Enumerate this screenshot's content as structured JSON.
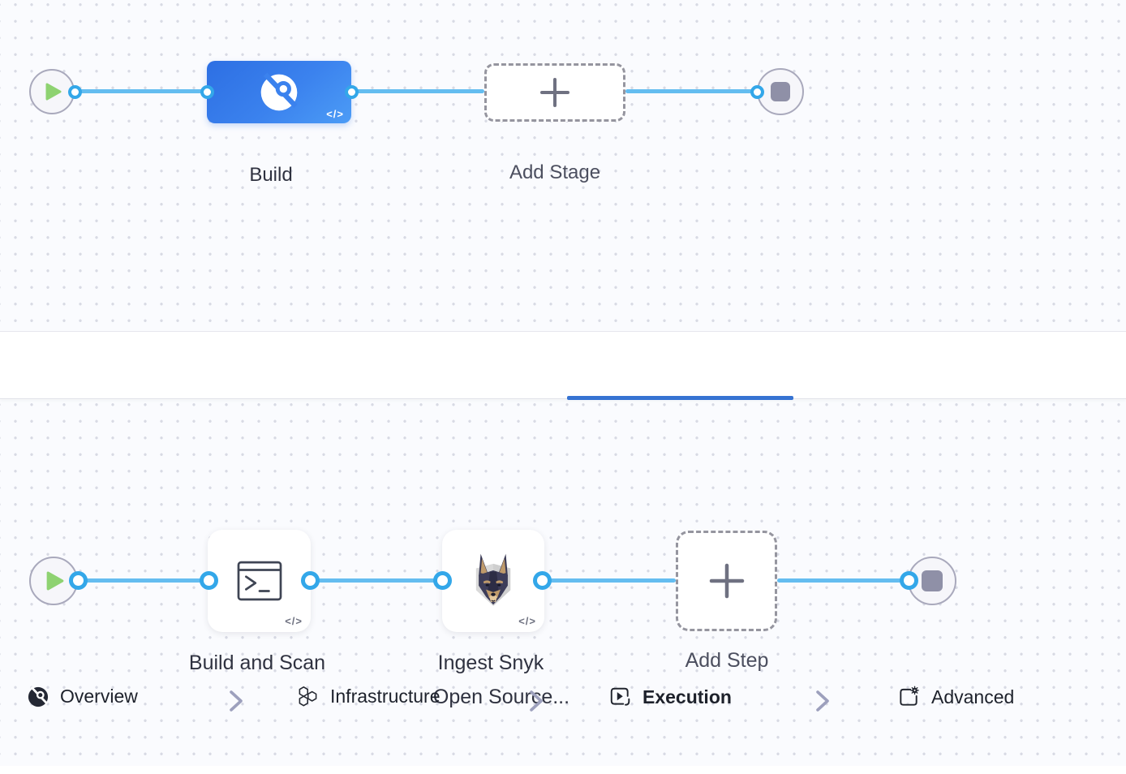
{
  "pipeline": {
    "stage_row": {
      "stage": {
        "label": "Build",
        "code_badge": "</>",
        "icon": "ci-build-icon"
      },
      "add_stage_label": "Add Stage",
      "start_icon": "play-icon",
      "end_icon": "stop-icon"
    },
    "tab_bar": {
      "tabs": [
        {
          "label": "Overview",
          "icon": "ci-build-icon",
          "active": false
        },
        {
          "label": "Infrastructure",
          "icon": "hexagons-icon",
          "active": false
        },
        {
          "label": "Execution",
          "icon": "play-square-icon",
          "active": true
        },
        {
          "label": "Advanced",
          "icon": "panel-gear-icon",
          "active": false
        }
      ]
    },
    "step_row": {
      "steps": [
        {
          "label": "Build and Scan",
          "label_lines": [
            "Build and Scan"
          ],
          "code_badge": "</>",
          "icon": "terminal-icon"
        },
        {
          "label": "Ingest Snyk Open Source...",
          "label_lines": [
            "Ingest Snyk",
            "Open Source..."
          ],
          "code_badge": "</>",
          "icon": "snyk-dog-icon"
        }
      ],
      "add_step_label": "Add Step",
      "start_icon": "play-icon",
      "end_icon": "stop-icon"
    }
  },
  "colors": {
    "canvas_bg": "#fafbfe",
    "grid_dot": "#d8dae4",
    "edge_blue": "#64bdf0",
    "connector_blue": "#33a7e9",
    "stage_blue": "#3b82ee",
    "active_tab_underline": "#3673d2",
    "start_green": "#8ed271",
    "stop_gray": "#8f90a7"
  }
}
